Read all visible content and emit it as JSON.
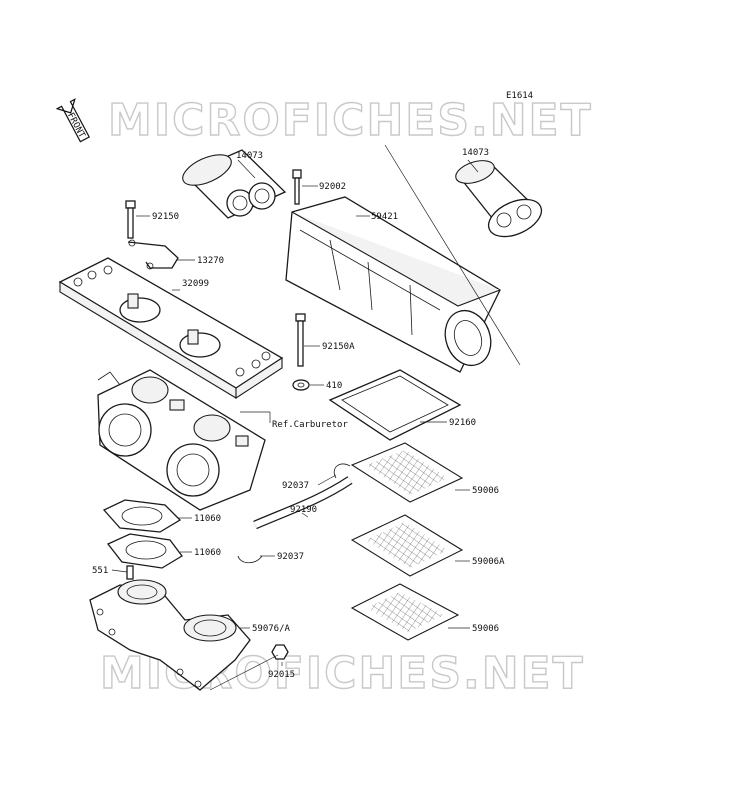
{
  "diagram": {
    "code": "E1614",
    "front_label": "FRONT",
    "watermark": "MICROFICHES.NET",
    "parts": [
      {
        "id": "p1",
        "label": "14073"
      },
      {
        "id": "p2",
        "label": "14073"
      },
      {
        "id": "p3",
        "label": "92002"
      },
      {
        "id": "p4",
        "label": "59421"
      },
      {
        "id": "p5",
        "label": "92150"
      },
      {
        "id": "p6",
        "label": "13270"
      },
      {
        "id": "p7",
        "label": "32099"
      },
      {
        "id": "p8",
        "label": "92150A"
      },
      {
        "id": "p9",
        "label": "410"
      },
      {
        "id": "p10",
        "label": "Ref.Carburetor"
      },
      {
        "id": "p11",
        "label": "92160"
      },
      {
        "id": "p12",
        "label": "92037"
      },
      {
        "id": "p13",
        "label": "59006"
      },
      {
        "id": "p14",
        "label": "92190"
      },
      {
        "id": "p15",
        "label": "11060"
      },
      {
        "id": "p16",
        "label": "11060"
      },
      {
        "id": "p17",
        "label": "92037"
      },
      {
        "id": "p18",
        "label": "59006A"
      },
      {
        "id": "p19",
        "label": "551"
      },
      {
        "id": "p20",
        "label": "59076/A"
      },
      {
        "id": "p21",
        "label": "59006"
      },
      {
        "id": "p22",
        "label": "92015"
      }
    ]
  }
}
